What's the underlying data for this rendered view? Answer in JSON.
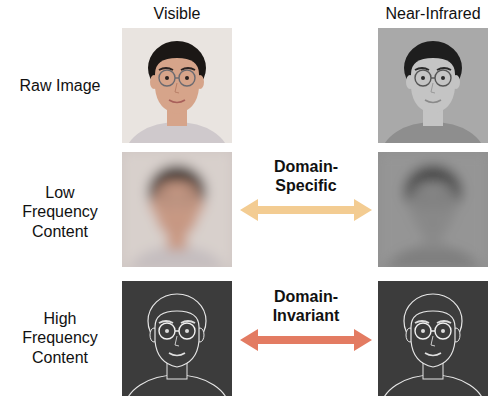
{
  "diagram": {
    "labels": [
      "Visible",
      "Near-Infrared",
      "Raw Image",
      "Domain-Specific",
      "Low Frequency Content",
      "Domain-Invariant",
      "High Frequency Content"
    ]
  }
}
